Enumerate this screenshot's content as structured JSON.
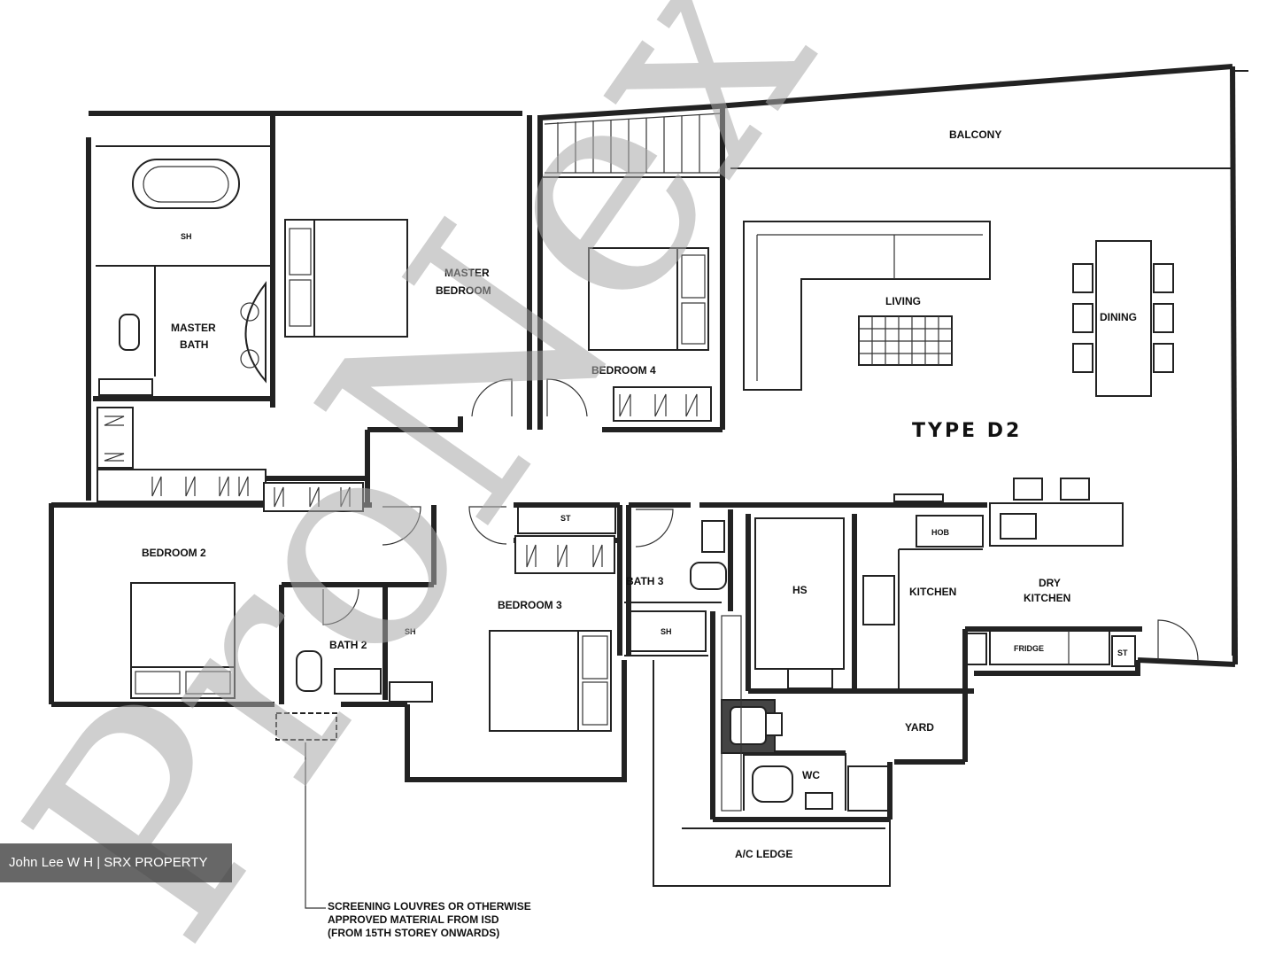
{
  "plan": {
    "type_label": "TYPE D2",
    "rooms": {
      "balcony": "BALCONY",
      "master_bedroom_1": "MASTER",
      "master_bedroom_2": "BEDROOM",
      "master_bath_1": "MASTER",
      "master_bath_2": "BATH",
      "bedroom_4": "BEDROOM 4",
      "living": "LIVING",
      "dining": "DINING",
      "bedroom_2": "BEDROOM 2",
      "bath_2": "BATH 2",
      "bedroom_3": "BEDROOM 3",
      "bath_3": "BATH 3",
      "hs": "HS",
      "kitchen": "KITCHEN",
      "dry_kitchen_1": "DRY",
      "dry_kitchen_2": "KITCHEN",
      "yard": "YARD",
      "wc": "WC",
      "ac_ledge": "A/C LEDGE"
    },
    "fixtures": {
      "st_1": "ST",
      "st_2": "ST",
      "hob": "HOB",
      "fridge": "FRIDGE",
      "sh_1": "SH",
      "sh_2": "SH",
      "sh_3": "SH"
    },
    "note": [
      "SCREENING LOUVRES OR OTHERWISE",
      "APPROVED MATERIAL FROM ISD",
      "(FROM 15TH STOREY ONWARDS)"
    ]
  },
  "watermark": {
    "text": "ProNex",
    "logo_color": "#a9a9a9"
  },
  "credit": {
    "text": "John Lee W H | SRX PROPERTY"
  }
}
